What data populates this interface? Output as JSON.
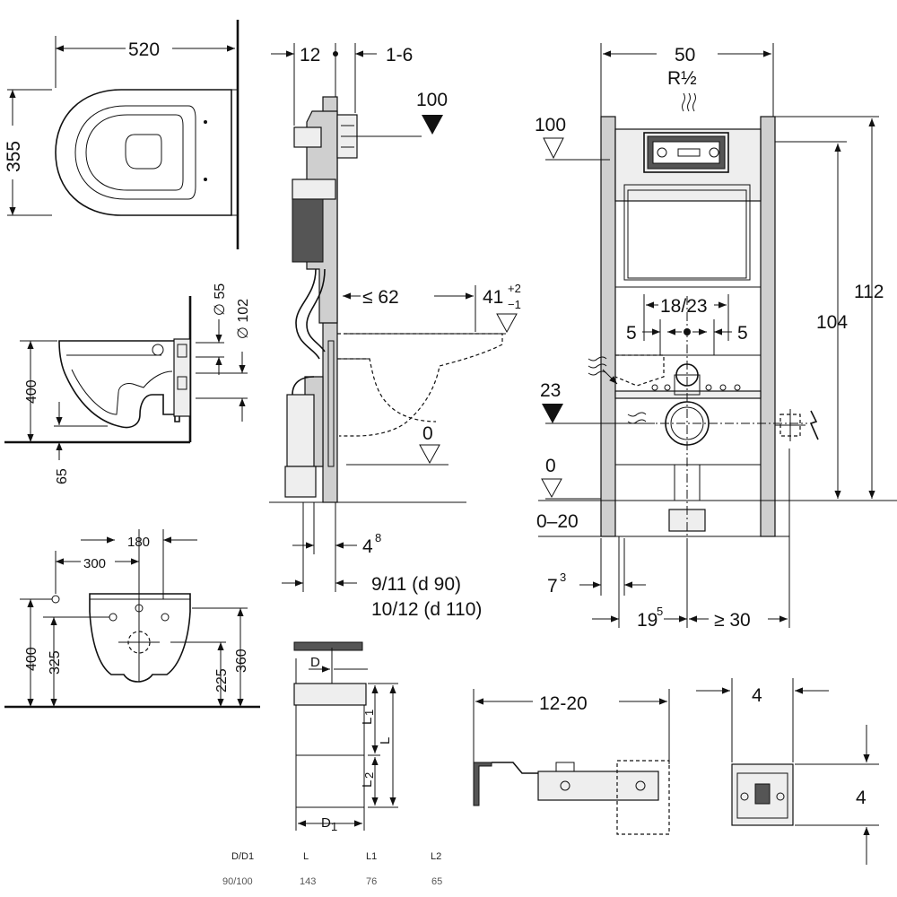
{
  "colors": {
    "line": "#111111",
    "frame_fill": "#cfcfcf",
    "background": "#ffffff"
  },
  "top_view": {
    "width_dim": "520",
    "depth_dim": "355"
  },
  "side_view_bowl": {
    "height_dim": "400",
    "floor_dim": "65",
    "dia1": "∅ 55",
    "dia2": "∅ 102"
  },
  "front_view_bowl": {
    "dim_180": "180",
    "dim_300": "300",
    "dim_400": "400",
    "dim_325": "325",
    "dim_225": "225",
    "dim_360": "360"
  },
  "frame_side": {
    "dim_12": "12",
    "dim_1_6": "1-6",
    "level_100": "100",
    "dim_62": "≤ 62",
    "dim_41": "41",
    "dim_41_sup": "+2",
    "dim_41_sub": "−1",
    "level_0": "0",
    "dim_4_8": "4",
    "dim_4_8_sup": "8",
    "dim_9_11": "9/11  (d 90)",
    "dim_10_12": "10/12 (d 110)"
  },
  "frame_front": {
    "dim_50": "50",
    "supply": "R½",
    "level_100": "100",
    "dim_112": "112",
    "dim_104": "104",
    "dim_18_23": "18/23",
    "dim_5_left": "5",
    "dim_5_right": "5",
    "level_23": "23",
    "level_0": "0",
    "dim_0_20": "0–20",
    "dim_7_3": "7",
    "dim_7_3_sup": "3",
    "dim_19_5": "19",
    "dim_19_5_sup": "5",
    "dim_30": "≥ 30"
  },
  "pipe_detail": {
    "label_D": "D",
    "label_D1": "D",
    "label_D1_sub": "1",
    "label_L": "L",
    "label_L1": "L",
    "label_L1_sub": "1",
    "label_L2": "L",
    "label_L2_sub": "2"
  },
  "pipe_table": {
    "headers": [
      "D/D1",
      "L",
      "L1",
      "L2"
    ],
    "values": [
      "90/100",
      "143",
      "76",
      "65"
    ]
  },
  "bracket_detail": {
    "dim_12_20": "12-20"
  },
  "clip_detail": {
    "dim_4_top": "4",
    "dim_4_side": "4"
  }
}
